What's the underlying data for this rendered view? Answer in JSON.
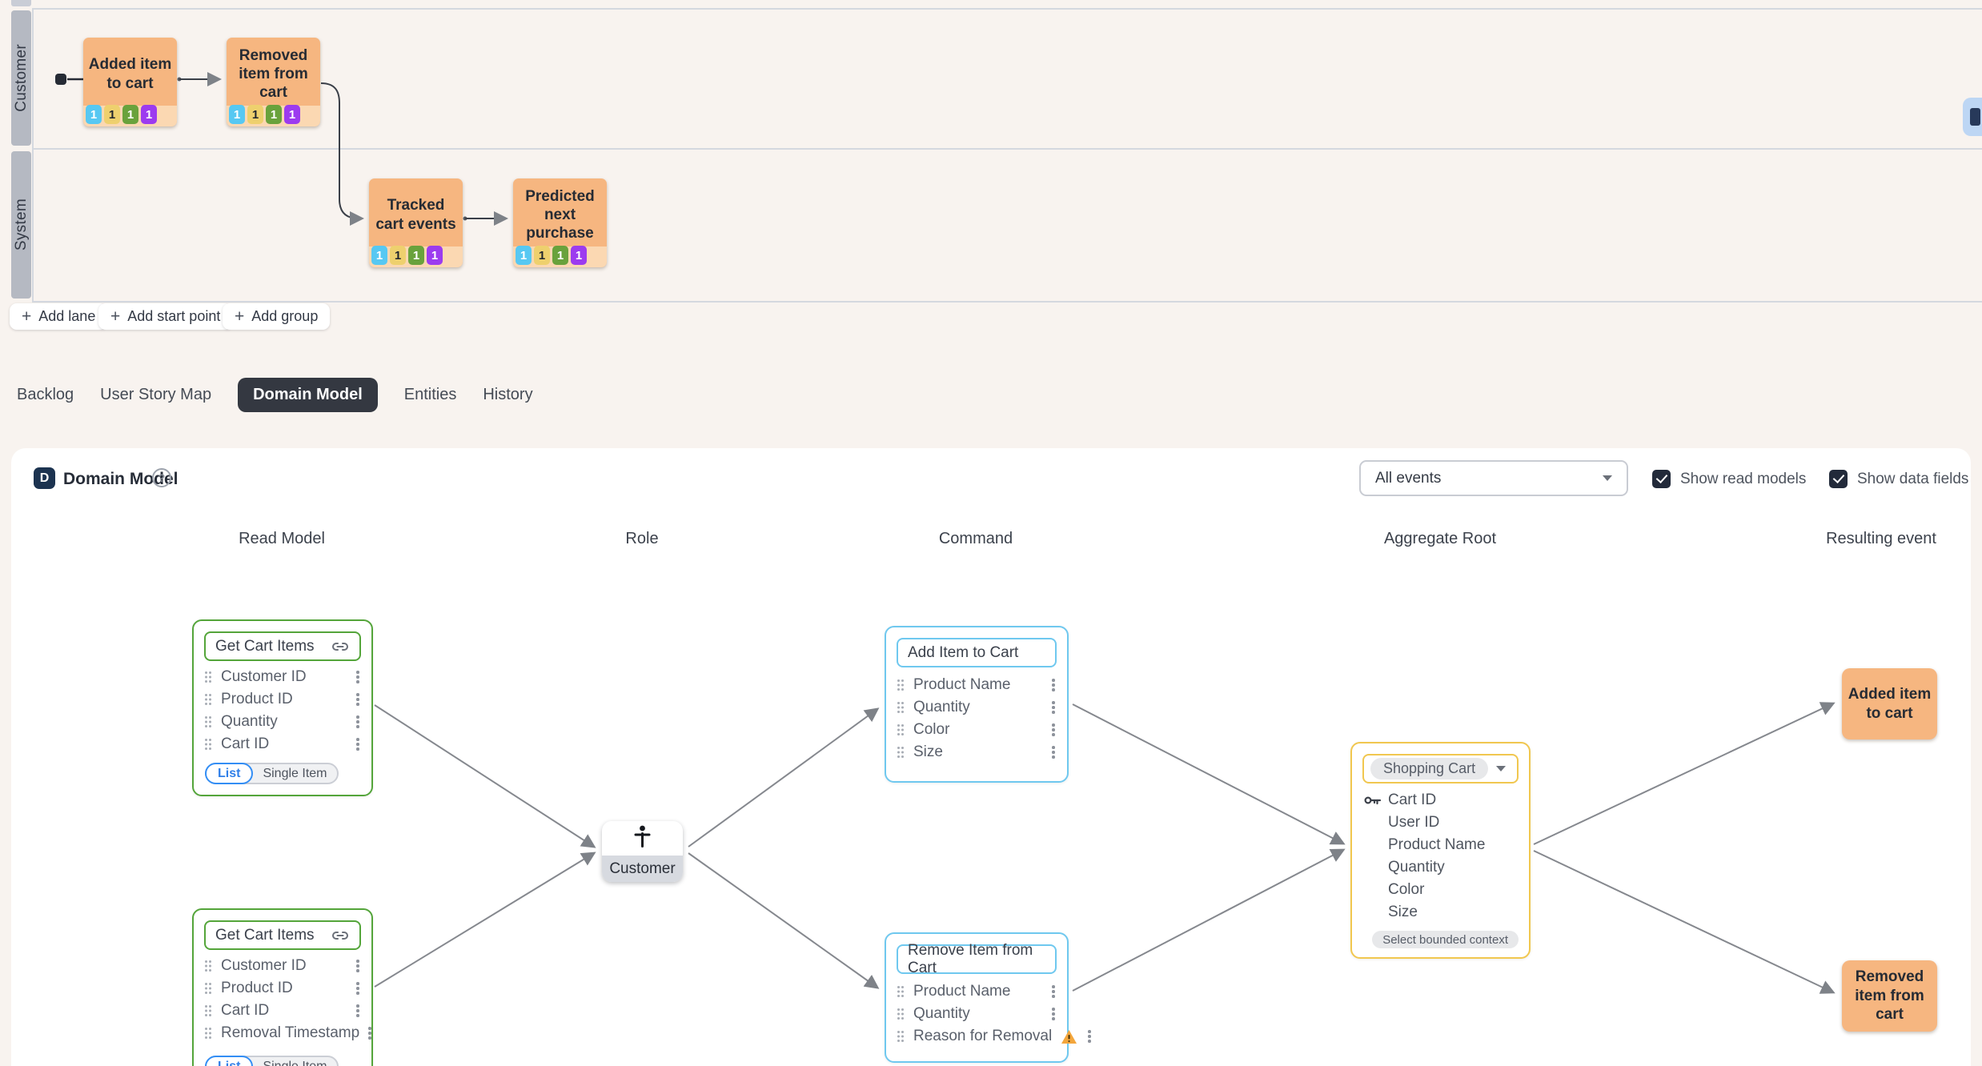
{
  "swimlane": {
    "plus": "+",
    "lanes": [
      {
        "label": "Customer"
      },
      {
        "label": "System"
      }
    ],
    "stickies": [
      {
        "label": "Added item to cart",
        "badges": [
          "1",
          "1",
          "1",
          "1"
        ]
      },
      {
        "label": "Removed item from cart",
        "badges": [
          "1",
          "1",
          "1",
          "1"
        ]
      },
      {
        "label": "Tracked cart events",
        "badges": [
          "1",
          "1",
          "1",
          "1"
        ]
      },
      {
        "label": "Predicted next purchase",
        "badges": [
          "1",
          "1",
          "1",
          "1"
        ]
      }
    ],
    "buttons": [
      {
        "label": "Add lane"
      },
      {
        "label": "Add start point"
      },
      {
        "label": "Add group"
      }
    ]
  },
  "tabs": [
    {
      "label": "Backlog",
      "active": false
    },
    {
      "label": "User Story Map",
      "active": false
    },
    {
      "label": "Domain Model",
      "active": true
    },
    {
      "label": "Entities",
      "active": false
    },
    {
      "label": "History",
      "active": false
    }
  ],
  "panel": {
    "badge_letter": "D",
    "title": "Domain Model",
    "help": "?",
    "filter": {
      "value": "All events"
    },
    "toggles": [
      {
        "label": "Show read models",
        "checked": true
      },
      {
        "label": "Show data fields",
        "checked": true
      }
    ],
    "columns": [
      "Read Model",
      "Role",
      "Command",
      "Aggregate Root",
      "Resulting event"
    ]
  },
  "read_models": [
    {
      "title": "Get Cart Items",
      "fields": [
        "Customer ID",
        "Product ID",
        "Quantity",
        "Cart ID"
      ],
      "list_label": "List",
      "single_label": "Single Item",
      "selected": "List"
    },
    {
      "title": "Get Cart Items",
      "fields": [
        "Customer ID",
        "Product ID",
        "Cart ID",
        "Removal Timestamp"
      ],
      "list_label": "List",
      "single_label": "Single Item",
      "selected": "List"
    }
  ],
  "role": {
    "label": "Customer"
  },
  "commands": [
    {
      "title": "Add Item to Cart",
      "fields": [
        "Product Name",
        "Quantity",
        "Color",
        "Size"
      ]
    },
    {
      "title": "Remove Item from Cart",
      "fields": [
        "Product Name",
        "Quantity",
        "Reason for Removal"
      ],
      "warning_field": "Reason for Removal"
    }
  ],
  "aggregate": {
    "title": "Shopping Cart",
    "key_field": "Cart ID",
    "fields": [
      "Cart ID",
      "User ID",
      "Product Name",
      "Quantity",
      "Color",
      "Size"
    ],
    "footer": "Select bounded context"
  },
  "events": [
    {
      "label": "Added item to cart"
    },
    {
      "label": "Removed item from cart"
    }
  ],
  "colors": {
    "background": "#F8F3EF",
    "sticky": "#F6B680",
    "sticky_footer": "#FBD8B2",
    "badge_cyan": "#57C8F2",
    "badge_yellow": "#EED06E",
    "badge_green": "#69A23C",
    "badge_purple": "#9C3BEF",
    "read_model_border": "#54A53A",
    "command_border": "#6FC8EF",
    "aggregate_border": "#F1C74F",
    "accent_blue": "#338EF5",
    "tab_active_bg": "#343841",
    "navy": "#1C3350",
    "connector": "#85888E"
  }
}
